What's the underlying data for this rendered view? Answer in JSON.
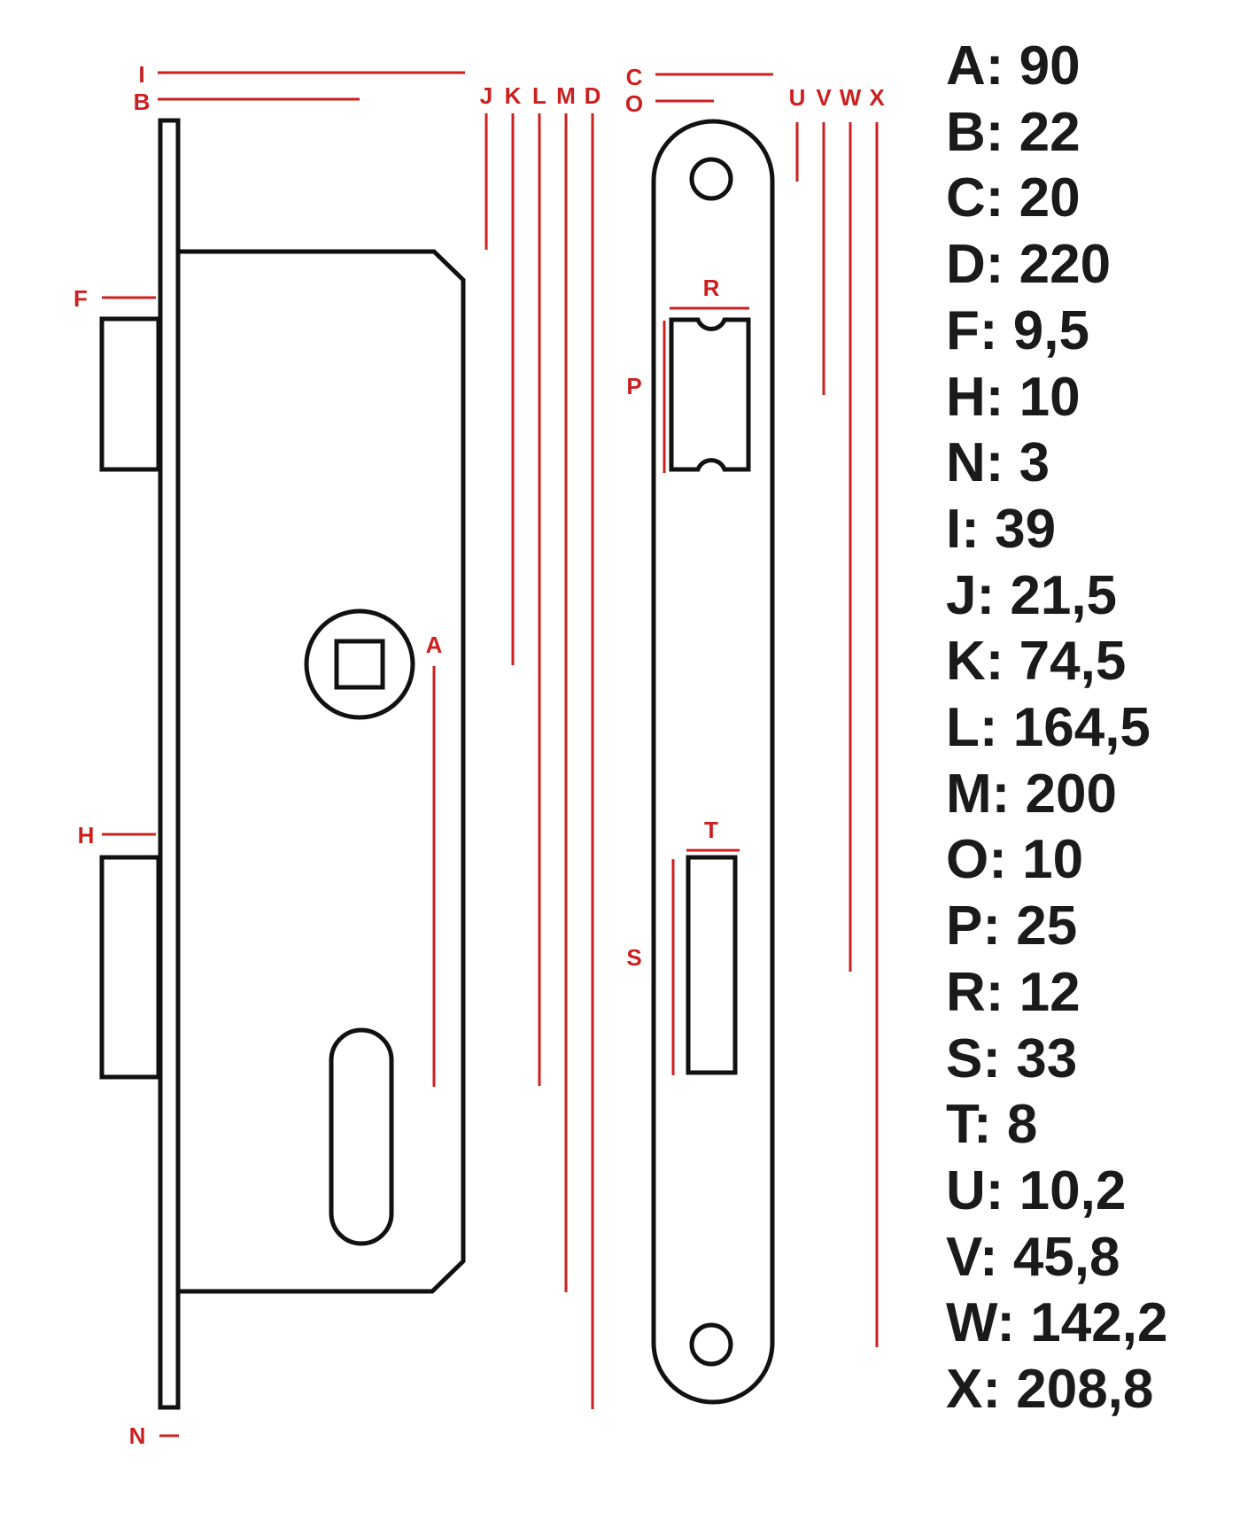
{
  "colors": {
    "outline": "#111111",
    "dimension": "#cc1f1f",
    "text": "#1a1a1a"
  },
  "labels": {
    "I": "I",
    "B": "B",
    "J": "J",
    "K": "K",
    "L": "L",
    "M": "M",
    "D": "D",
    "C": "C",
    "O": "O",
    "U": "U",
    "V": "V",
    "W": "W",
    "X": "X",
    "F": "F",
    "H": "H",
    "N": "N",
    "A": "A",
    "R": "R",
    "P": "P",
    "T": "T",
    "S": "S"
  },
  "specs": [
    {
      "key": "A",
      "value": "90"
    },
    {
      "key": "B",
      "value": "22"
    },
    {
      "key": "C",
      "value": "20"
    },
    {
      "key": "D",
      "value": "220"
    },
    {
      "key": "F",
      "value": "9,5"
    },
    {
      "key": "H",
      "value": "10"
    },
    {
      "key": "N",
      "value": "3"
    },
    {
      "key": "I",
      "value": "39"
    },
    {
      "key": "J",
      "value": "21,5"
    },
    {
      "key": "K",
      "value": "74,5"
    },
    {
      "key": "L",
      "value": "164,5"
    },
    {
      "key": "M",
      "value": "200"
    },
    {
      "key": "O",
      "value": "10"
    },
    {
      "key": "P",
      "value": "25"
    },
    {
      "key": "R",
      "value": "12"
    },
    {
      "key": "S",
      "value": "33"
    },
    {
      "key": "T",
      "value": "8"
    },
    {
      "key": "U",
      "value": "10,2"
    },
    {
      "key": "V",
      "value": "45,8"
    },
    {
      "key": "W",
      "value": "142,2"
    },
    {
      "key": "X",
      "value": "208,8"
    }
  ]
}
